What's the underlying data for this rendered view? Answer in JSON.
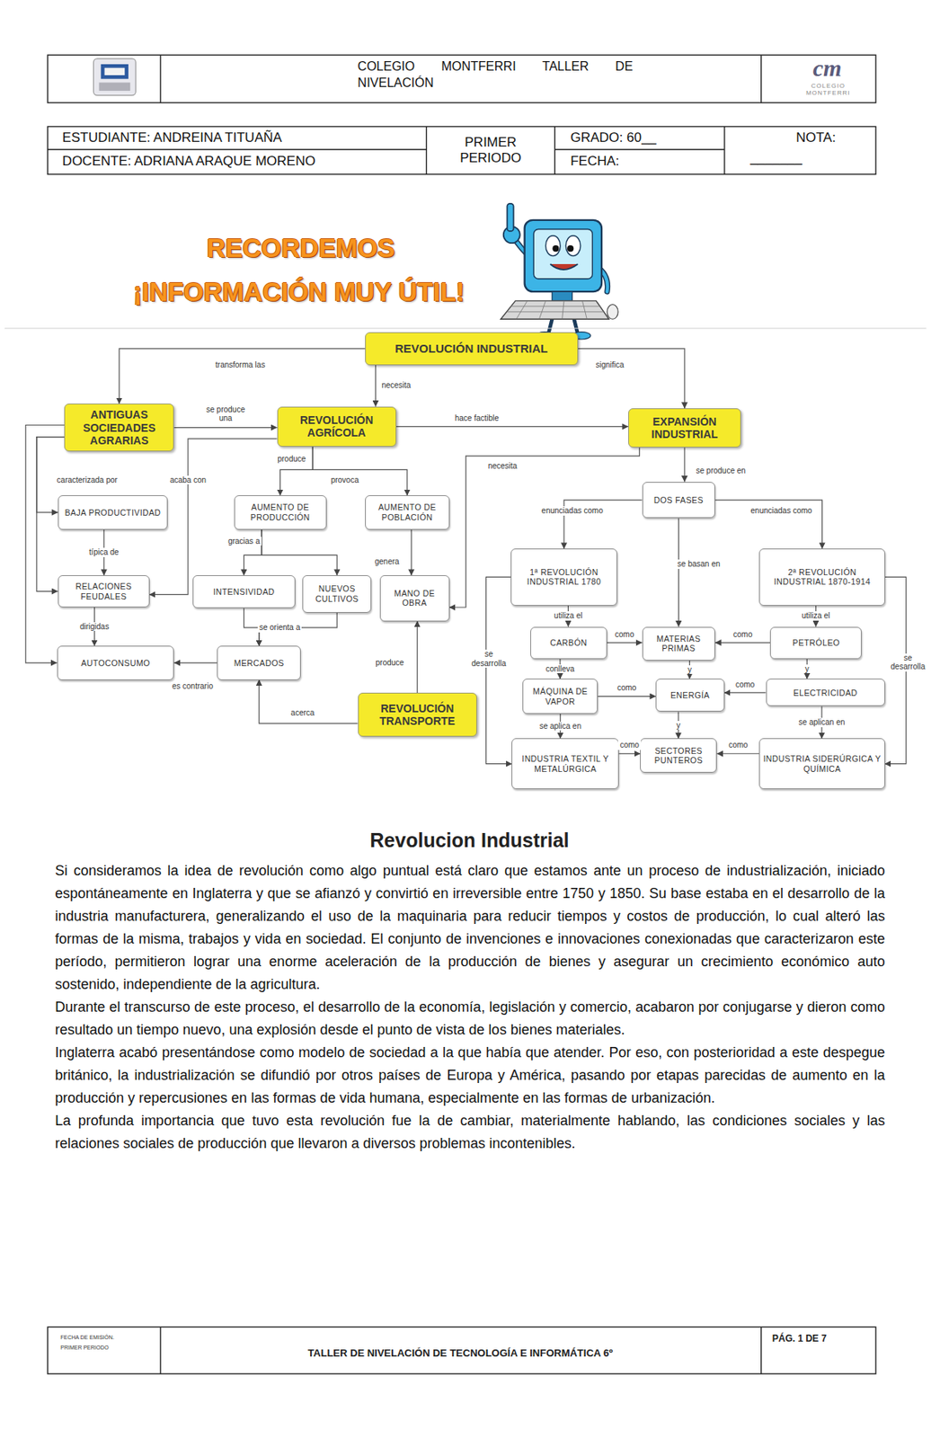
{
  "diagram": {
    "nodes": [
      {
        "text": [
          "REVOLUCIÓN INDUSTRIAL"
        ]
      },
      {
        "text": [
          "ANTIGUAS SOCIEDADES AGRARIAS"
        ]
      },
      {
        "text": [
          "REVOLUCIÓN AGRÍCOLA"
        ]
      },
      {
        "text": [
          "EXPANSIÓN INDUSTRIAL"
        ]
      },
      {
        "text": [
          "BAJA PRODUCTIVIDAD"
        ]
      },
      {
        "text": [
          "RELACIONES FEUDALES"
        ]
      },
      {
        "text": [
          "AUTOCONSUMO"
        ]
      },
      {
        "text": [
          "AUMENTO DE PRODUCCIÓN"
        ]
      },
      {
        "text": [
          "AUMENTO DE POBLACIÓN"
        ]
      },
      {
        "text": [
          "INTENSIVIDAD"
        ]
      },
      {
        "text": [
          "NUEVOS CULTIVOS"
        ]
      },
      {
        "text": [
          "MANO DE OBRA"
        ]
      },
      {
        "text": [
          "MERCADOS"
        ]
      },
      {
        "text": [
          "REVOLUCIÓN TRANSPORTE"
        ]
      },
      {
        "text": [
          "DOS FASES"
        ]
      },
      {
        "text": [
          "1ª REVOLUCIÓN INDUSTRIAL 1780"
        ]
      },
      {
        "text": [
          "2ª REVOLUCIÓN INDUSTRIAL 1870-1914"
        ]
      },
      {
        "text": [
          "CARBÓN"
        ]
      },
      {
        "text": [
          "MATERIAS PRIMAS"
        ]
      },
      {
        "text": [
          "PETRÓLEO"
        ]
      },
      {
        "text": [
          "MÁQUINA DE VAPOR"
        ]
      },
      {
        "text": [
          "ENERGÍA"
        ]
      },
      {
        "text": [
          "ELECTRICIDAD"
        ]
      },
      {
        "text": [
          "INDUSTRIA TEXTIL Y METALÚRGICA"
        ]
      },
      {
        "text": [
          "SECTORES PUNTEROS"
        ]
      },
      {
        "text": [
          "INDUSTRIA SIDERÚRGICA Y QUÍMICA"
        ]
      }
    ],
    "edges": [
      {
        "from": 0,
        "to": 1,
        "label": "transforma las",
        "arrow": "to"
      },
      {
        "from": 0,
        "to": 2,
        "label": "necesita",
        "arrow": "to"
      },
      {
        "from": 0,
        "to": 3,
        "label": "significa",
        "arrow": "to"
      },
      {
        "from": 1,
        "to": 2,
        "label": "se produce una",
        "arrow": "to"
      },
      {
        "from": 2,
        "to": 3,
        "label": "hace factible",
        "arrow": "to"
      },
      {
        "from": 1,
        "to": 4,
        "label": "caracterizada por",
        "arrow": "to"
      },
      {
        "from": 1,
        "to": 5,
        "arrow": "to"
      },
      {
        "from": 1,
        "to": 6,
        "arrow": "to"
      },
      {
        "from": 4,
        "to": 5,
        "label": "típica de",
        "arrow": "to"
      },
      {
        "from": 5,
        "to": 6,
        "label": "dirigidas",
        "arrow": "to"
      },
      {
        "from": 2,
        "to": 5,
        "label": "acaba con",
        "arrow": "to"
      },
      {
        "from": 2,
        "to": 7,
        "label": "produce",
        "arrow": "to"
      },
      {
        "from": 2,
        "to": 8,
        "label": "provoca",
        "arrow": "to"
      },
      {
        "from": 7,
        "to": 9,
        "label": "gracias a",
        "arrow": "to"
      },
      {
        "from": 7,
        "to": 10,
        "arrow": "to"
      },
      {
        "from": 8,
        "to": 11,
        "label": "genera",
        "arrow": "to"
      },
      {
        "from": 9,
        "to": 12,
        "label": "se orienta a",
        "arrow": "to"
      },
      {
        "from": 10,
        "to": 12,
        "arrow": "to"
      },
      {
        "from": 12,
        "to": 6,
        "label": "es contrario",
        "arrow": "to"
      },
      {
        "from": 13,
        "to": 11,
        "label": "produce",
        "arrow": "to"
      },
      {
        "from": 13,
        "to": 12,
        "label": "acerca",
        "arrow": "to"
      },
      {
        "from": 3,
        "to": 11,
        "label": "necesita",
        "arrow": "to"
      },
      {
        "from": 3,
        "to": 14,
        "label": "se produce en",
        "arrow": "to"
      },
      {
        "from": 14,
        "to": 15,
        "label": "enunciadas como",
        "arrow": "to"
      },
      {
        "from": 14,
        "to": 16,
        "label": "enunciadas como",
        "arrow": "to"
      },
      {
        "from": 14,
        "to": 18,
        "label": "se basan en",
        "arrow": "to"
      },
      {
        "from": 15,
        "to": 17,
        "label": "utiliza el",
        "arrow": "to"
      },
      {
        "from": 16,
        "to": 19,
        "label": "utiliza el",
        "arrow": "to"
      },
      {
        "from": 17,
        "to": 18,
        "label": "como",
        "arrow": "to"
      },
      {
        "from": 19,
        "to": 18,
        "label": "como",
        "arrow": "to"
      },
      {
        "from": 17,
        "to": 20,
        "label": "conlleva",
        "arrow": "to"
      },
      {
        "from": 18,
        "to": 21,
        "label": "y",
        "arrow": "to"
      },
      {
        "from": 19,
        "to": 22,
        "label": "y",
        "arrow": "to"
      },
      {
        "from": 20,
        "to": 21,
        "label": "como",
        "arrow": "to"
      },
      {
        "from": 22,
        "to": 21,
        "label": "como",
        "arrow": "to"
      },
      {
        "from": 21,
        "to": 24,
        "label": "y",
        "arrow": "to"
      },
      {
        "from": 20,
        "to": 23,
        "label": "se aplica en",
        "arrow": "to"
      },
      {
        "from": 22,
        "to": 25,
        "label": "se aplican en",
        "arrow": "to"
      },
      {
        "from": 23,
        "to": 24,
        "label": "como",
        "arrow": "to"
      },
      {
        "from": 25,
        "to": 24,
        "label": "como",
        "arrow": "to"
      },
      {
        "from": 15,
        "to": 23,
        "label": "se desarrolla",
        "arrow": "to"
      },
      {
        "from": 16,
        "to": 25,
        "label": "se desarrolla",
        "arrow": "to"
      }
    ],
    "labels": [
      "COLEGIO MONTFERRI TALLER DE NIVELACIÓN",
      "cm",
      "COLEGIO MONTFERRI",
      "ESTUDIANTE: ANDREINA TITUAÑA",
      "DOCENTE: ADRIANA ARAQUE MORENO",
      "PRIMER PERIODO",
      "GRADO: 60__",
      "FECHA:",
      "NOTA:",
      "_______",
      "RECORDEMOS",
      "¡INFORMACIÓN MUY ÚTIL!",
      "Revolucion Industrial",
      "Si consideramos la idea de revolución como algo puntual está claro que estamos ante un proceso de industrialización, iniciado espontáneamente en Inglaterra y que se afianzó y convirtió en irreversible entre 1750 y 1850. Su base estaba en el desarrollo de la industria manufacturera, generalizando el uso de la maquinaria para reducir tiempos y costos de producción, lo cual alteró las formas de la misma, trabajos y vida en sociedad. El conjunto de invenciones e innovaciones conexionadas que caracterizaron este período, permitieron lograr una enorme aceleración de la producción de bienes y asegurar un crecimiento económico auto sostenido, independiente de la agricultura.",
      "Durante el transcurso de este proceso, el desarrollo de la economía, legislación y comercio, acabaron por conjugarse y dieron como resultado un tiempo nuevo, una explosión desde el punto de vista de los bienes materiales.",
      "Inglaterra acabó presentándose como modelo de sociedad a la que había que atender. Por eso, con posterioridad a este despegue británico, la industrialización se difundió por otros países de Europa y América, pasando por etapas parecidas de aumento en la producción y repercusiones en las formas de vida humana, especialmente en las formas de urbanización.",
      "La profunda importancia que tuvo esta revolución fue la de cambiar, materialmente hablando, las condiciones sociales y las relaciones sociales de producción que llevaron a diversos problemas incontenibles.",
      "FECHA DE EMISIÓN.",
      "PRIMER PERIODO",
      "TALLER DE NIVELACIÓN DE TECNOLOGÍA E INFORMÁTICA 6º",
      "PÁG. 1 DE 7"
    ]
  }
}
